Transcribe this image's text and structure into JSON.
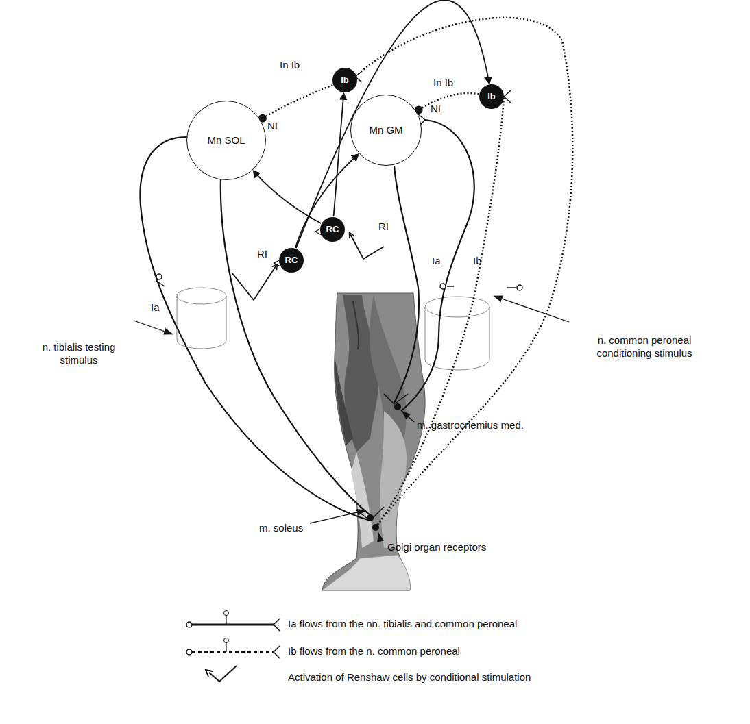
{
  "diagram": {
    "nodes": [
      {
        "text": [
          "Ib"
        ]
      },
      {
        "text": [
          "Ib"
        ]
      },
      {
        "text": [
          "Mn SOL"
        ]
      },
      {
        "text": [
          "Mn GM"
        ]
      },
      {
        "text": [
          "RC"
        ]
      },
      {
        "text": [
          "RC"
        ]
      }
    ],
    "edges": [
      {
        "from": 5,
        "to": 2,
        "arrow": "to"
      },
      {
        "from": 5,
        "to": 0,
        "arrow": "to"
      },
      {
        "from": 4,
        "to": 3,
        "arrow": "to"
      },
      {
        "from": 4,
        "to": 1,
        "arrow": "to"
      },
      {
        "from": 0,
        "to": 2,
        "arrow": "none"
      },
      {
        "from": 1,
        "to": 3,
        "arrow": "none"
      }
    ],
    "labels": [
      "In Ib",
      "NI",
      "In Ib",
      "NI",
      "RI",
      "RI",
      "Ia",
      "Ia",
      "Ib",
      "n. tibialis testing stimulus",
      "n. common peroneal conditioning stimulus",
      "m. gastrocnemius med.",
      "m. soleus",
      "Golgi organ receptors"
    ],
    "legend": [
      {
        "text": "Ia flows from the nn. tibialis and common peroneal"
      },
      {
        "text": "Ib flows from the n. common peroneal"
      },
      {
        "text": "Activation of Renshaw cells by conditional stimulation"
      }
    ]
  }
}
